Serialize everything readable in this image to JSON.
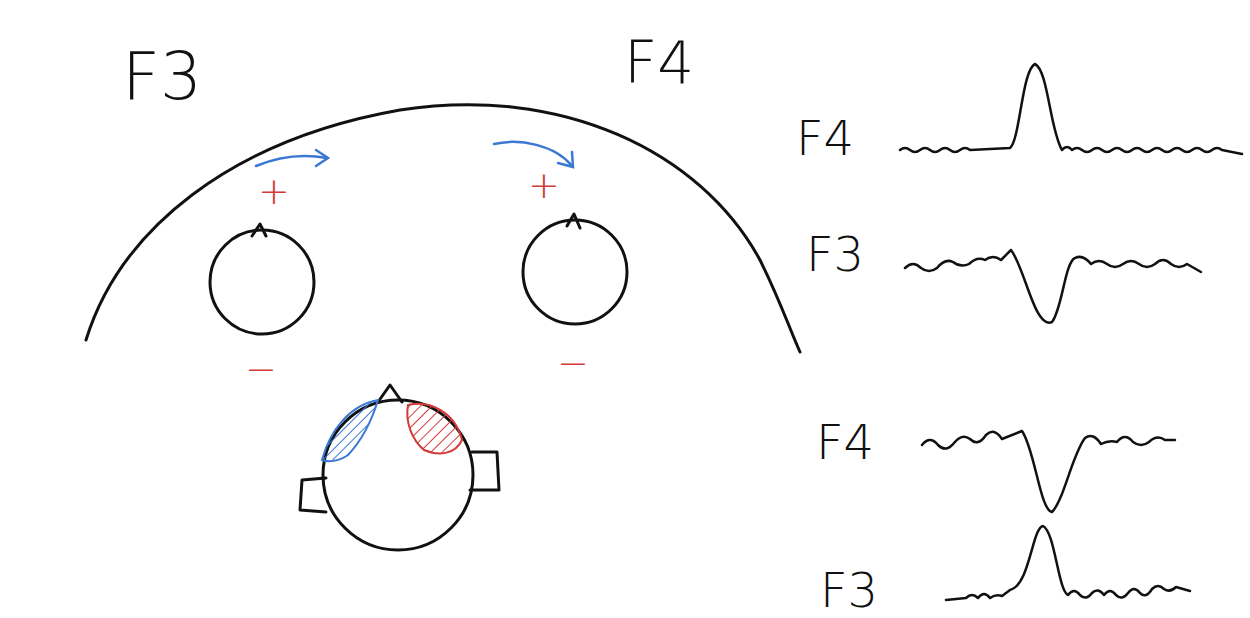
{
  "diagram": {
    "labels": [
      "F3",
      "F4",
      "+",
      "+",
      "−",
      "−",
      "F4",
      "F3",
      "F4",
      "F3"
    ]
  }
}
